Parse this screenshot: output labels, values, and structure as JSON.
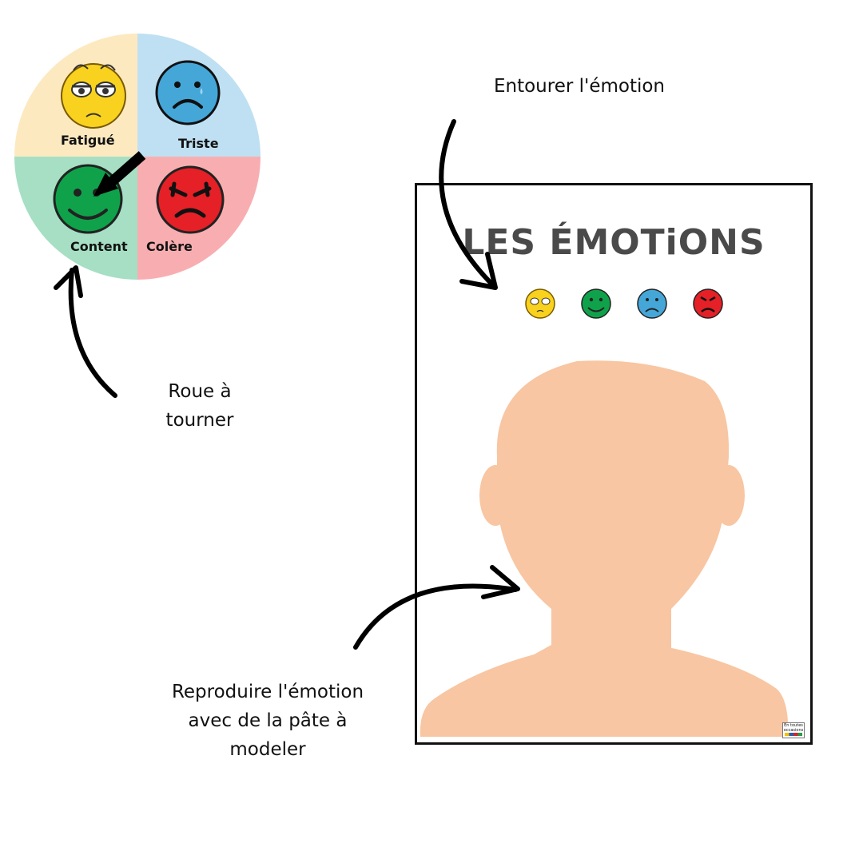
{
  "wheel": {
    "quadrants": [
      {
        "emotion": "fatigue",
        "label": "Fatigué",
        "color": "#FDE9C0",
        "face_color": "#F8D21E"
      },
      {
        "emotion": "sad",
        "label": "Triste",
        "color": "#BEE0F2",
        "face_color": "#45A6D8"
      },
      {
        "emotion": "happy",
        "label": "Content",
        "color": "#A6DFC4",
        "face_color": "#0FA24A"
      },
      {
        "emotion": "angry",
        "label": "Colère",
        "color": "#F8AEB1",
        "face_color": "#E52027"
      }
    ],
    "pointer_icon": "arrow-pointer-icon"
  },
  "captions": {
    "wheel": "Roue à tourner",
    "wheel_lines": [
      "Roue à",
      "tourner"
    ],
    "circle": "Entourer l'émotion",
    "reproduce_lines": [
      "Reproduire l'émotion",
      "avec de la pâte à",
      "modeler"
    ]
  },
  "poster": {
    "title": "LES ÉMOTiONS",
    "faces": [
      "fatigue",
      "happy",
      "sad",
      "angry"
    ],
    "silhouette_color": "#F8C6A2",
    "logo_lines": [
      "En toutes",
      "occasions"
    ]
  }
}
